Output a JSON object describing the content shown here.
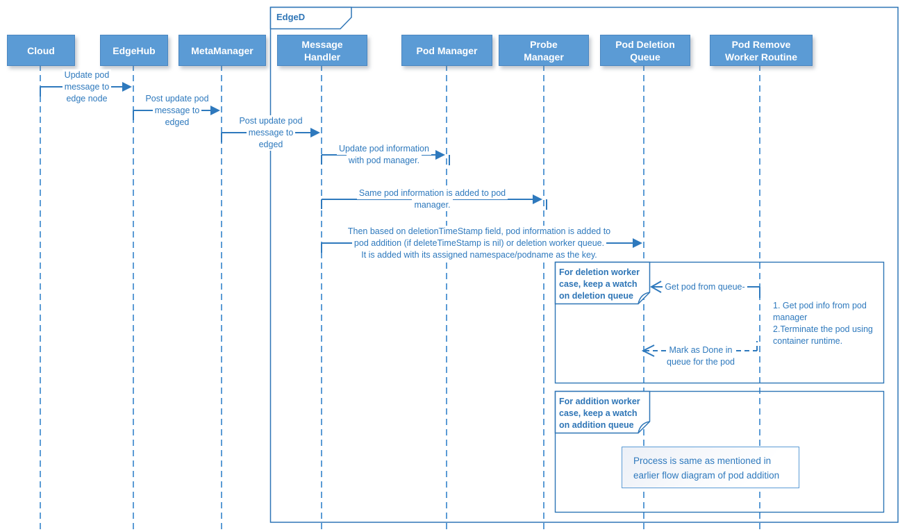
{
  "frame": {
    "title": "EdgeD"
  },
  "actors": [
    {
      "id": "cloud",
      "lines": [
        "Cloud"
      ]
    },
    {
      "id": "edgehub",
      "lines": [
        "EdgeHub"
      ]
    },
    {
      "id": "metamanager",
      "lines": [
        "MetaManager"
      ]
    },
    {
      "id": "message-handler",
      "lines": [
        "Message",
        "Handler"
      ]
    },
    {
      "id": "pod-manager",
      "lines": [
        "Pod Manager"
      ]
    },
    {
      "id": "probe-manager",
      "lines": [
        "Probe",
        "Manager"
      ]
    },
    {
      "id": "pod-deletion-queue",
      "lines": [
        "Pod Deletion",
        "Queue"
      ]
    },
    {
      "id": "pod-remove-worker-routine",
      "lines": [
        "Pod Remove",
        "Worker Routine"
      ]
    }
  ],
  "messages": [
    {
      "from": "Cloud",
      "to": "EdgeHub",
      "lines": [
        "Update pod",
        "message to",
        "edge node"
      ]
    },
    {
      "from": "EdgeHub",
      "to": "MetaManager",
      "lines": [
        "Post update pod",
        "message to",
        "edged"
      ]
    },
    {
      "from": "MetaManager",
      "to": "Message Handler",
      "lines": [
        "Post update pod",
        "message to",
        "edged"
      ]
    },
    {
      "from": "Message Handler",
      "to": "Pod Manager",
      "lines": [
        "Update pod information",
        "with pod manager."
      ]
    },
    {
      "from": "Message Handler",
      "to": "Probe Manager",
      "lines": [
        "Same pod information is added to pod",
        "manager."
      ]
    },
    {
      "from": "Message Handler",
      "to": "Pod Deletion Queue",
      "lines": [
        "Then based on deletionTimeStamp field, pod information is added to",
        "pod addition (if deleteTimeStamp is nil) or deletion worker queue.",
        "It is added with its assigned namespace/podname as the key."
      ]
    },
    {
      "from": "Pod Remove Worker Routine",
      "to": "Pod Deletion Queue",
      "lines": [
        "Get pod from queue-"
      ]
    },
    {
      "from": "Pod Remove Worker Routine",
      "to": "Pod Deletion Queue",
      "lines": [
        "Mark as Done in",
        "queue for the pod"
      ]
    }
  ],
  "notes": [
    {
      "lines": [
        "For deletion worker",
        "case, keep a watch",
        "on deletion queue"
      ]
    },
    {
      "lines": [
        "For addition worker",
        "case, keep a watch",
        "on addition queue"
      ]
    }
  ],
  "annotations": {
    "worker_steps": [
      "1. Get pod info from pod manager",
      "2.Terminate the pod using container runtime."
    ],
    "process_note": [
      "Process is same as mentioned in",
      "earlier flow diagram of pod addition"
    ]
  },
  "colors": {
    "actor_fill": "#5b9bd5",
    "actor_border": "#4a86c0",
    "line_blue": "#2e79bd",
    "frame_blue": "#2e75b6",
    "lifeline_blue": "#5b9bd5",
    "text_white": "#ffffff"
  }
}
